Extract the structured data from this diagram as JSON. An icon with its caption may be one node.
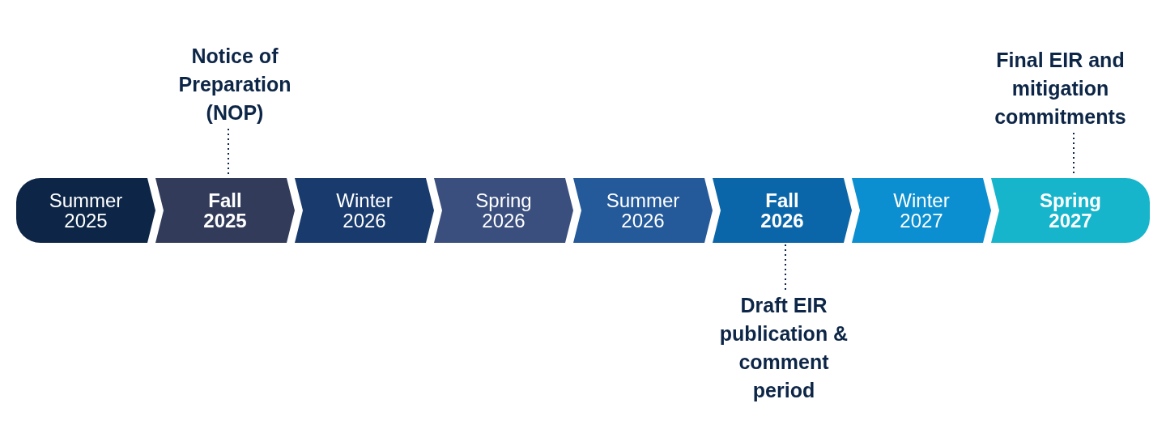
{
  "diagram": {
    "nodes": [
      {
        "text": [
          "Notice of Preparation (NOP)"
        ]
      },
      {
        "text": [
          "Final EIR and mitigation commitments"
        ]
      },
      {
        "text": [
          "Summer 2025"
        ]
      },
      {
        "text": [
          "Fall 2025"
        ]
      },
      {
        "text": [
          "Winter 2026"
        ]
      },
      {
        "text": [
          "Spring 2026"
        ]
      },
      {
        "text": [
          "Summer 2026"
        ]
      },
      {
        "text": [
          "Fall 2026"
        ]
      },
      {
        "text": [
          "Winter 2027"
        ]
      },
      {
        "text": [
          "Spring 2027"
        ]
      },
      {
        "text": [
          "Draft EIR publication & comment period"
        ]
      }
    ],
    "edges": [
      {
        "from": 0,
        "to": 3,
        "arrow": "none",
        "style": "dashed"
      },
      {
        "from": 1,
        "to": 9,
        "arrow": "none",
        "style": "dashed"
      },
      {
        "from": 10,
        "to": 7,
        "arrow": "none",
        "style": "dashed"
      }
    ]
  }
}
